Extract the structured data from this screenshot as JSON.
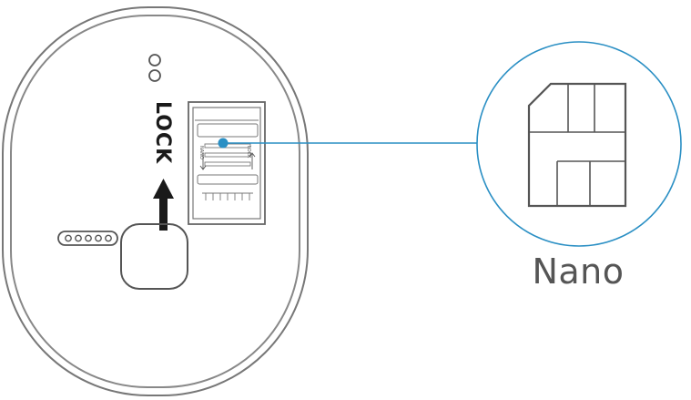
{
  "device": {
    "lock_label": "LOCK"
  },
  "sim_tray": {
    "tray_small_label_left": "NANO",
    "tray_small_label_right": "LOCK"
  },
  "callout": {
    "label": "Nano"
  },
  "colors": {
    "accent": "#2a8fc4",
    "outline": "#555555",
    "dark": "#1a1a1a"
  }
}
